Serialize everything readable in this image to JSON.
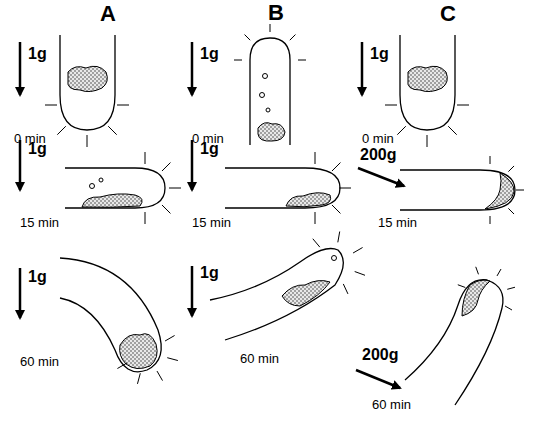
{
  "diagram": {
    "labels": [
      "A",
      "B",
      "C",
      "1g",
      "0 min",
      "1g",
      "15 min",
      "1g",
      "60 min",
      "1g",
      "0 min",
      "1g",
      "15 min",
      "1g",
      "60 min",
      "1g",
      "0 min",
      "200g",
      "15 min",
      "200g",
      "60 min"
    ]
  }
}
